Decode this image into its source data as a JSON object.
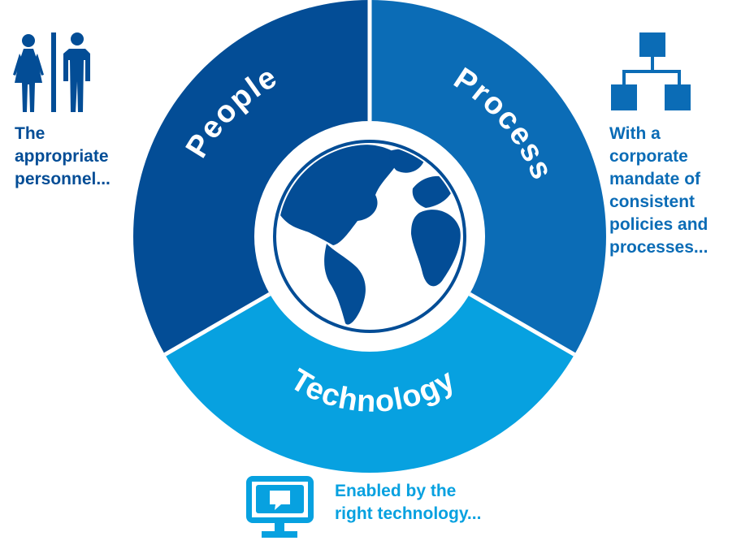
{
  "colors": {
    "people": "#034d96",
    "process": "#0b6cb6",
    "technology": "#07a1e0",
    "globe": "#034d96",
    "divider": "#ffffff",
    "left_text": "#034d96",
    "right_text": "#0b6cb6",
    "bottom_text": "#07a1e0"
  },
  "segments": {
    "people": "People",
    "process": "Process",
    "technology": "Technology"
  },
  "captions": {
    "left": [
      "The",
      "appropriate",
      "personnel..."
    ],
    "right": [
      "With a",
      "corporate",
      "mandate of",
      "consistent",
      "policies and",
      "processes..."
    ],
    "bottom": [
      "Enabled by the",
      "right technology..."
    ]
  },
  "icons": {
    "left": "people-restroom-icon",
    "right": "org-chart-icon",
    "bottom": "monitor-chat-icon",
    "center": "globe-icon"
  }
}
